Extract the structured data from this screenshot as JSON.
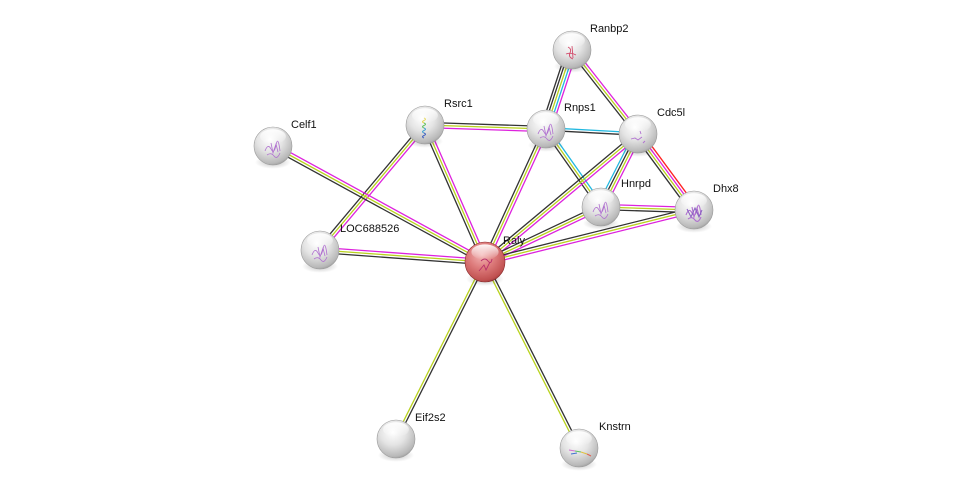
{
  "title": "Protein interaction network",
  "evidence_colors": {
    "coexpression": "#333333",
    "textmining": "#b9d21e",
    "experiments": "#dd22dd",
    "databases": "#22b8e0",
    "fusion": "#ff2222",
    "neighborhood": "#3aa83a"
  },
  "nodes": [
    {
      "id": "Ranbp2",
      "label": "Ranbp2",
      "query": false,
      "structure": "ranbp2"
    },
    {
      "id": "Rnps1",
      "label": "Rnps1",
      "query": false,
      "structure": "purple"
    },
    {
      "id": "Cdc5l",
      "label": "Cdc5l",
      "query": false,
      "structure": "purple-sparse"
    },
    {
      "id": "Rsrc1",
      "label": "Rsrc1",
      "query": false,
      "structure": "helix"
    },
    {
      "id": "Celf1",
      "label": "Celf1",
      "query": false,
      "structure": "purple"
    },
    {
      "id": "Hnrpd",
      "label": "Hnrpd",
      "query": false,
      "structure": "purple"
    },
    {
      "id": "Dhx8",
      "label": "Dhx8",
      "query": false,
      "structure": "purple-dense"
    },
    {
      "id": "LOC688526",
      "label": "LOC688526",
      "query": false,
      "structure": "purple"
    },
    {
      "id": "Raly",
      "label": "Raly",
      "query": true,
      "structure": "red"
    },
    {
      "id": "Eif2s2",
      "label": "Eif2s2",
      "query": false,
      "structure": "none"
    },
    {
      "id": "Knstrn",
      "label": "Knstrn",
      "query": false,
      "structure": "rainbow"
    }
  ],
  "edges": [
    {
      "source": "Ranbp2",
      "target": "Rnps1",
      "evidence": [
        "experiments",
        "databases",
        "textmining",
        "coexpression",
        "coexpression"
      ]
    },
    {
      "source": "Ranbp2",
      "target": "Cdc5l",
      "evidence": [
        "experiments",
        "textmining",
        "coexpression"
      ]
    },
    {
      "source": "Rnps1",
      "target": "Cdc5l",
      "evidence": [
        "databases",
        "coexpression"
      ]
    },
    {
      "source": "Rnps1",
      "target": "Hnrpd",
      "evidence": [
        "databases",
        "textmining",
        "coexpression"
      ]
    },
    {
      "source": "Rnps1",
      "target": "Raly",
      "evidence": [
        "experiments",
        "textmining",
        "coexpression"
      ]
    },
    {
      "source": "Rnps1",
      "target": "Rsrc1",
      "evidence": [
        "experiments",
        "textmining",
        "coexpression"
      ]
    },
    {
      "source": "Cdc5l",
      "target": "Hnrpd",
      "evidence": [
        "experiments",
        "textmining",
        "coexpression",
        "databases"
      ]
    },
    {
      "source": "Cdc5l",
      "target": "Dhx8",
      "evidence": [
        "fusion",
        "experiments",
        "textmining",
        "coexpression"
      ]
    },
    {
      "source": "Cdc5l",
      "target": "Raly",
      "evidence": [
        "experiments",
        "textmining",
        "coexpression"
      ]
    },
    {
      "source": "Hnrpd",
      "target": "Dhx8",
      "evidence": [
        "experiments",
        "textmining",
        "coexpression"
      ]
    },
    {
      "source": "Hnrpd",
      "target": "Raly",
      "evidence": [
        "experiments",
        "textmining",
        "coexpression"
      ]
    },
    {
      "source": "Dhx8",
      "target": "Raly",
      "evidence": [
        "experiments",
        "textmining",
        "coexpression"
      ]
    },
    {
      "source": "Rsrc1",
      "target": "Raly",
      "evidence": [
        "experiments",
        "textmining",
        "coexpression"
      ]
    },
    {
      "source": "Rsrc1",
      "target": "LOC688526",
      "evidence": [
        "experiments",
        "textmining",
        "coexpression"
      ]
    },
    {
      "source": "Celf1",
      "target": "Raly",
      "evidence": [
        "experiments",
        "textmining",
        "coexpression"
      ]
    },
    {
      "source": "LOC688526",
      "target": "Raly",
      "evidence": [
        "experiments",
        "textmining",
        "coexpression"
      ]
    },
    {
      "source": "Eif2s2",
      "target": "Raly",
      "evidence": [
        "textmining",
        "coexpression"
      ]
    },
    {
      "source": "Knstrn",
      "target": "Raly",
      "evidence": [
        "textmining",
        "coexpression"
      ]
    }
  ]
}
